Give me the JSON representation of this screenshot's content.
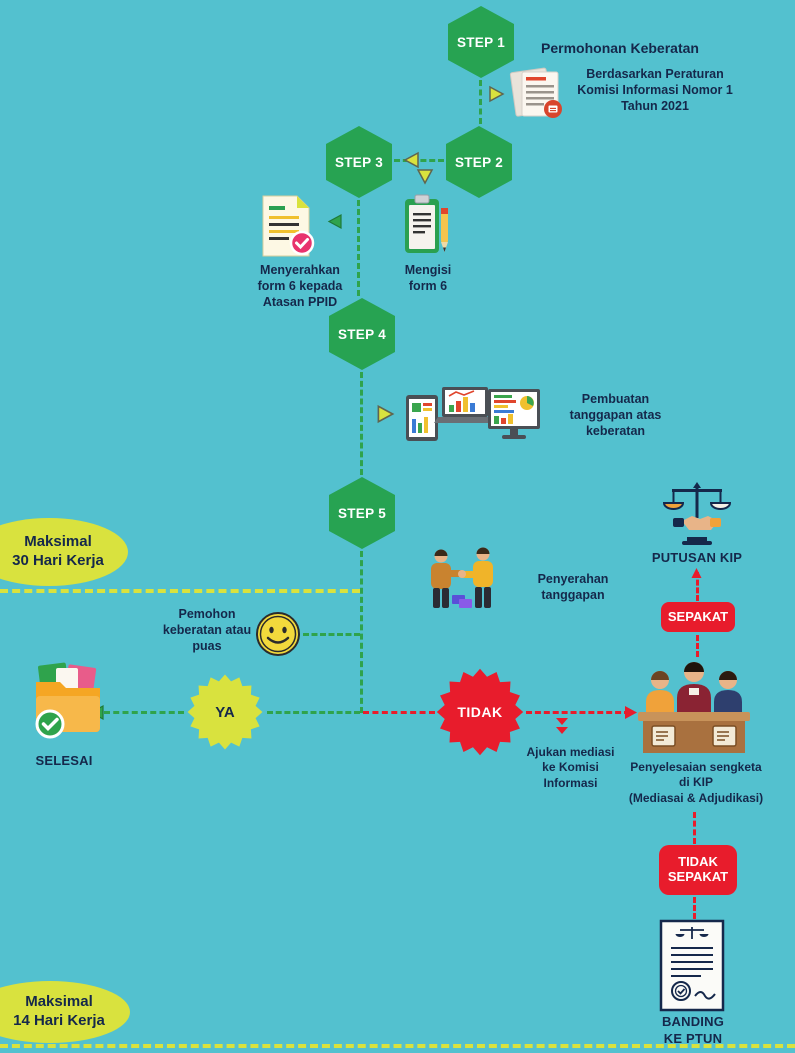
{
  "steps": [
    {
      "label": "STEP 1"
    },
    {
      "label": "STEP 2"
    },
    {
      "label": "STEP 3"
    },
    {
      "label": "STEP 4"
    },
    {
      "label": "STEP 5"
    }
  ],
  "annotations": {
    "permohonan_title": "Permohonan Keberatan",
    "permohonan_desc": "Berdasarkan Peraturan\nKomisi Informasi Nomor 1\nTahun 2021",
    "mengisi": "Mengisi\nform 6",
    "menyerahkan": "Menyerahkan\nform 6 kepada\nAtasan PPID",
    "pembuatan": "Pembuatan\ntanggapan atas\nkeberatan",
    "penyerahan": "Penyerahan\ntanggapan",
    "pemohon": "Pemohon\nkeberatan atau\npuas",
    "ajukan": "Ajukan mediasi\nke Komisi\nInformasi",
    "penyelesaian": "Penyelesaian sengketa\ndi KIP\n(Mediasai & Adjudikasi)"
  },
  "durations": {
    "max30": "Maksimal\n30 Hari Kerja",
    "max14": "Maksimal\n14 Hari Kerja"
  },
  "decisions": {
    "ya": "YA",
    "tidak": "TIDAK"
  },
  "badges": {
    "sepakat": "SEPAKAT",
    "tidak_sepakat": "TIDAK\nSEPAKAT"
  },
  "terminals": {
    "selesai": "SELESAI",
    "putusan_kip": "PUTUSAN KIP",
    "banding": "BANDING\nKE PTUN"
  },
  "icons": {
    "step1_doc": "documents-icon",
    "mengisi": "clipboard-pencil-icon",
    "menyerahkan": "form-check-icon",
    "pembuatan": "devices-chart-icon",
    "penyerahan": "handshake-people-icon",
    "pemohon": "smiley-icon",
    "selesai": "folders-check-icon",
    "putusan": "scales-justice-icon",
    "penyelesaian": "judges-panel-icon",
    "banding": "stamped-document-icon"
  },
  "colors": {
    "background": "#53C1CF",
    "step_green": "#27A352",
    "line_green": "#2FA34C",
    "accent_yellow": "#D9E23E",
    "accent_red": "#E81C2C",
    "text_dark": "#15284B"
  }
}
